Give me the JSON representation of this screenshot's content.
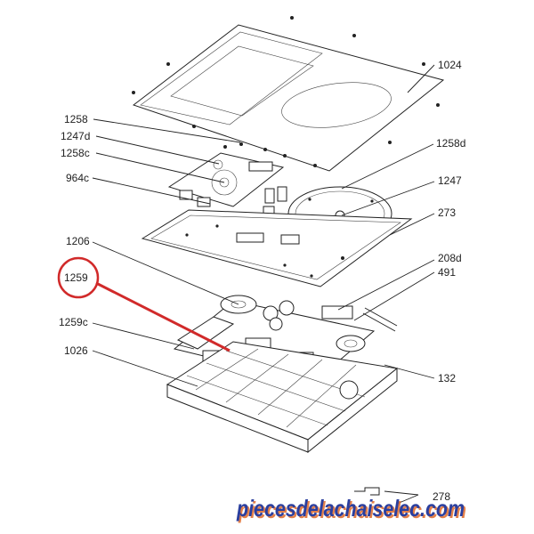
{
  "labels": {
    "p1024": "1024",
    "p1258": "1258",
    "p1247d": "1247d",
    "p1258c": "1258c",
    "p1258d": "1258d",
    "p964c": "964c",
    "p1247": "1247",
    "p273": "273",
    "p1206": "1206",
    "p208d": "208d",
    "p491": "491",
    "p1259": "1259",
    "p1259c": "1259c",
    "p1026": "1026",
    "p132": "132",
    "p278": "278"
  },
  "watermark": "piecesdelachaiselec.com",
  "colors": {
    "highlight": "#d12a2a",
    "watermark_primary": "#2b3f9e",
    "watermark_shadow": "#e06b2a"
  }
}
